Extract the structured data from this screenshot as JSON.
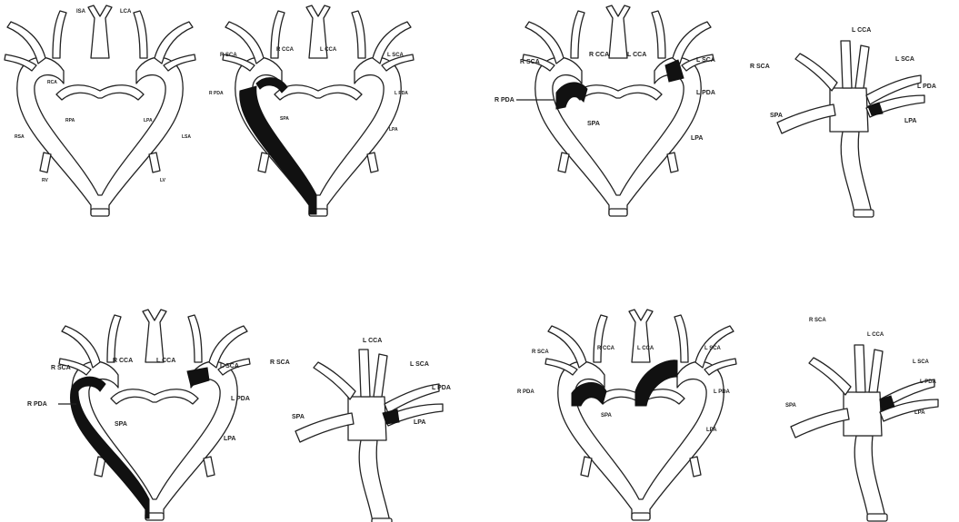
{
  "colors": {
    "vessel_outline": "#222222",
    "occluded_segment": "#111111",
    "background": "#ffffff"
  },
  "panels": {
    "p1": {
      "labels": [
        "ISA",
        "LCA",
        "RCA",
        "RPA",
        "LPA",
        "RSA",
        "LSA",
        "RV",
        "LV"
      ]
    },
    "p2": {
      "labels": [
        "R SCA",
        "R CCA",
        "L CCA",
        "L SCA",
        "R PDA",
        "L PDA",
        "SPA",
        "LPA"
      ]
    },
    "p3": {
      "labels": [
        "R SCA",
        "R CCA",
        "L CCA",
        "L SCA",
        "R PDA",
        "L PDA",
        "SPA",
        "LPA"
      ]
    },
    "p4": {
      "labels": [
        "R SCA",
        "L CCA",
        "L SCA",
        "L PDA",
        "SPA",
        "LPA"
      ]
    },
    "p5": {
      "labels": [
        "R SCA",
        "R CCA",
        "L CCA",
        "L SCA",
        "R PDA",
        "L PDA",
        "SPA",
        "LPA"
      ]
    },
    "p6": {
      "labels": [
        "R SCA",
        "L CCA",
        "L SCA",
        "L PDA",
        "SPA",
        "LPA"
      ]
    },
    "p7": {
      "labels": [
        "R SCA",
        "R CCA",
        "L CCA",
        "L SCA",
        "R PDA",
        "L PDA",
        "SPA",
        "LPA"
      ]
    },
    "p8": {
      "labels": [
        "R SCA",
        "L CCA",
        "L SCA",
        "L PDA",
        "SPA",
        "LPA"
      ]
    }
  }
}
